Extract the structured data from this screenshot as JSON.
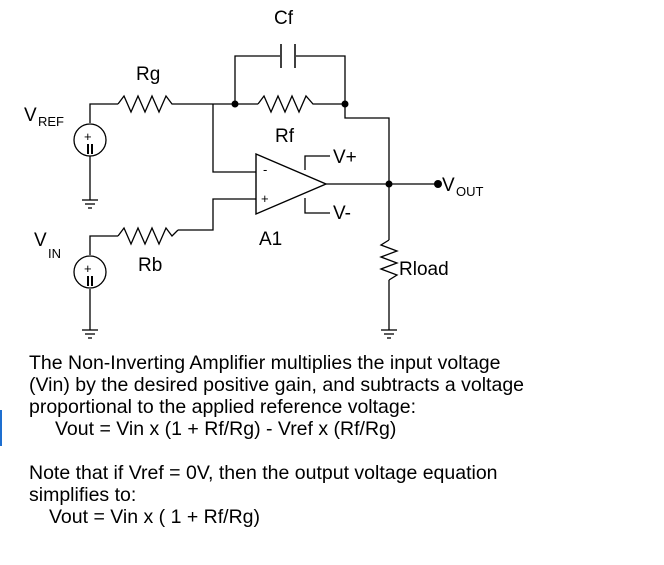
{
  "schematic": {
    "labels": {
      "cf": "Cf",
      "rg": "Rg",
      "rf": "Rf",
      "rb": "Rb",
      "vref_main": "V",
      "vref_sub": "REF",
      "vin_main": "V",
      "vin_sub": "IN",
      "vout_main": "V",
      "vout_sub": "OUT",
      "vplus": "V+",
      "vminus": "V-",
      "a1": "A1",
      "rload": "Rload",
      "plus": "+",
      "minus": "-"
    }
  },
  "description": {
    "line1": "The Non-Inverting Amplifier multiplies the input voltage",
    "line2": "(Vin) by the desired positive gain, and subtracts a voltage",
    "line3": "proportional to the applied reference voltage:",
    "equation1": "Vout = Vin x (1 + Rf/Rg) - Vref x (Rf/Rg)",
    "note1": "Note that if Vref = 0V, then the output voltage equation",
    "note2": "simplifies to:",
    "equation2": "Vout = Vin x ( 1 + Rf/Rg)"
  },
  "colors": {
    "wire": "#000000",
    "edge_accent": "#1e6fd0"
  }
}
